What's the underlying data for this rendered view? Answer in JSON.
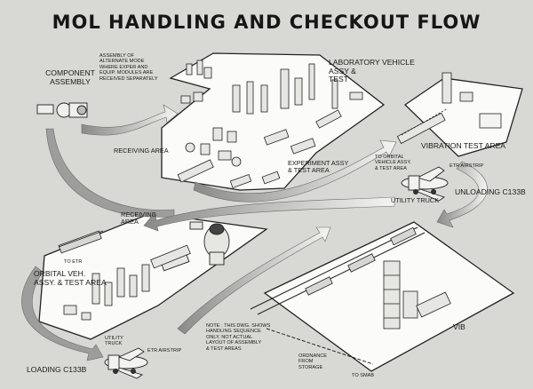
{
  "title": "MOL HANDLING AND CHECKOUT FLOW",
  "labels": {
    "component_assembly": "COMPONENT\nASSEMBLY",
    "alternate_mode": "ASSEMBLY OF\nALTERNATE MODE\nWHERE EXPER AND\nEQUIP. MODULES ARE\nRECEIVED SEPARATELY",
    "lab_vehicle": "LABORATORY VEHICLE\nASSY &\nTEST",
    "receiving_area_top": "RECEIVING AREA",
    "experiment_assy": "EXPERIMENT ASSY\n& TEST AREA",
    "vibration_test": "VIBRATION TEST AREA",
    "to_orbital": "TO ORBITAL\nVEHICLE ASSY.\n& TEST AREA",
    "etr_airstrip_right": "ETR AIRSTRIP",
    "unloading": "UNLOADING C133B",
    "utility_truck_right": "UTILITY TRUCK",
    "receiving_area_left": "RECEIVING\nAREA",
    "to_etr": "TO ETR",
    "orbital_veh": "ORBITAL VEH.\nASSY. & TEST AREA",
    "utility_truck_left": "UTILITY\nTRUCK",
    "etr_airstrip_left": "ETR AIRSTRIP",
    "loading": "LOADING C133B",
    "note": "NOTE : THIS DWG. SHOWS\nHANDLING SEQUENCE\nONLY, NOT ACTUAL\nLAYOUT OF ASSEMBLY\n& TEST AREAS",
    "ordnance": "ORDNANCE\nFROM\nSTORAGE",
    "to_smab": "TO SMAB",
    "vib": "VIB"
  }
}
